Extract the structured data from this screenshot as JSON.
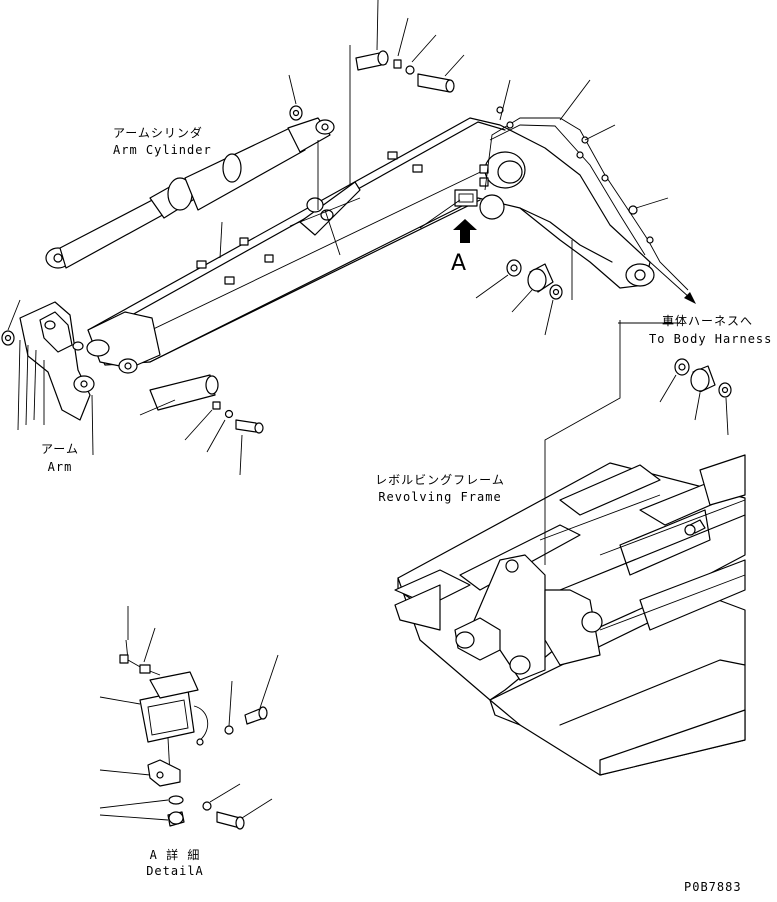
{
  "labels": {
    "arm_cylinder_jp": "アームシリンダ",
    "arm_cylinder_en": "Arm Cylinder",
    "arm_jp": "アーム",
    "arm_en": "Arm",
    "revolving_frame_jp": "レボルビングフレーム",
    "revolving_frame_en": "Revolving Frame",
    "to_body_harness_jp": "車体ハーネスへ",
    "to_body_harness_en": "To Body Harness",
    "view_marker": "A",
    "detail_a_jp": "A 詳 細",
    "detail_a_en": "DetailA",
    "drawing_number": "P0B7883"
  }
}
